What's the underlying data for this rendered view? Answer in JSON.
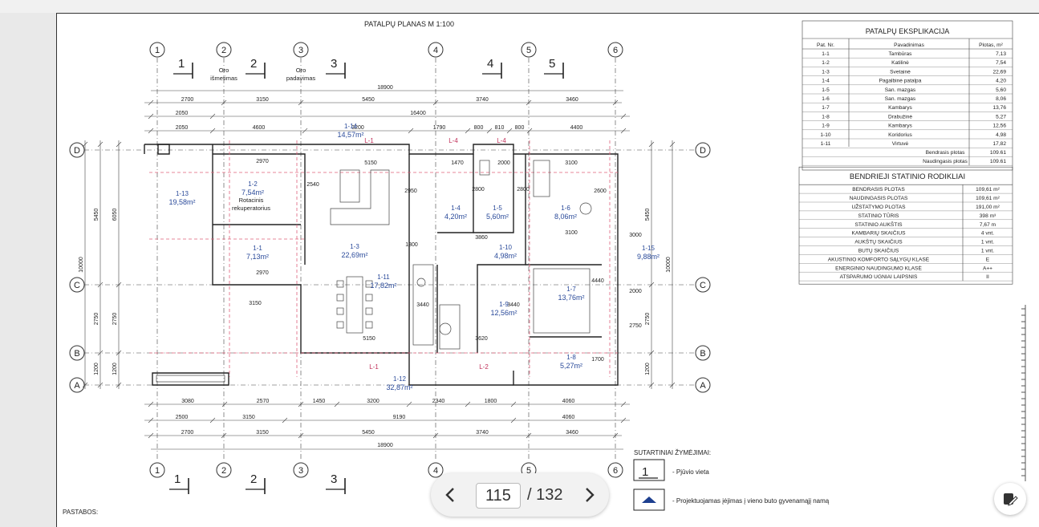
{
  "viewer": {
    "page_current": "115",
    "page_total": "/ 132",
    "prev_icon": "chevron-left-icon",
    "next_icon": "chevron-right-icon",
    "fab_icon": "edit-note-icon"
  },
  "plan": {
    "title": "PATALPŲ PLANAS M 1:100",
    "axis_numbers": [
      "1",
      "2",
      "3",
      "4",
      "5",
      "6"
    ],
    "axis_letters": [
      "D",
      "C",
      "B",
      "A"
    ],
    "section_marks": [
      "1",
      "2",
      "3",
      "4",
      "5"
    ],
    "oro_ismetimas": [
      "Oro",
      "išmetimas"
    ],
    "oro_padavimas": [
      "Oro",
      "padavimas"
    ],
    "rooms": [
      {
        "id": "1-1",
        "area": "7,13m²"
      },
      {
        "id": "1-2",
        "area": "7,54m²"
      },
      {
        "id": "1-3",
        "area": "22,69m²"
      },
      {
        "id": "1-4",
        "area": "4,20m²"
      },
      {
        "id": "1-5",
        "area": "5,60m²"
      },
      {
        "id": "1-6",
        "area": "8,06m²"
      },
      {
        "id": "1-7",
        "area": "13,76m²"
      },
      {
        "id": "1-8",
        "area": "5,27m²"
      },
      {
        "id": "1-9",
        "area": "12,56m²"
      },
      {
        "id": "1-10",
        "area": "4,98m²"
      },
      {
        "id": "1-11",
        "area": "17,82m²"
      },
      {
        "id": "1-12",
        "area": "32,87m²"
      },
      {
        "id": "1-13",
        "area": "19,58m²"
      },
      {
        "id": "1-14",
        "area": "14,57m²"
      },
      {
        "id": "1-15",
        "area": "9,88m²"
      }
    ],
    "rotacinis": [
      "Rotacinis",
      "rekuperatorius"
    ],
    "window_tags": [
      "L-1",
      "L-4",
      "L-4",
      "L-1",
      "L-2"
    ],
    "top_dims_row1": [
      "2700",
      "3150",
      "5450",
      "3740",
      "3460"
    ],
    "top_total": "18900",
    "top_dims_row2": [
      "2050",
      "16400"
    ],
    "top_dims_row3": [
      "2050",
      "4600",
      "3200",
      "1790",
      "800",
      "810",
      "800",
      "4400"
    ],
    "bottom_dims_row1": [
      "3080",
      "2570",
      "1450",
      "3200",
      "2340",
      "1800",
      "4060"
    ],
    "bottom_dims_row2": [
      "2500",
      "3150",
      "9190",
      "4060"
    ],
    "bottom_dims_row3": [
      "2700",
      "3150",
      "5450",
      "3740",
      "3460"
    ],
    "bottom_total": "18900",
    "left_dims": [
      "5450",
      "6050",
      "10000",
      "2750",
      "2750",
      "1200",
      "1200"
    ],
    "right_dims": [
      "5450",
      "10000",
      "2750",
      "1200"
    ],
    "inner_dims": [
      "2970",
      "5150",
      "1470",
      "2000",
      "3100",
      "2540",
      "2950",
      "2800",
      "2800",
      "2600",
      "3860",
      "3100",
      "2970",
      "3150",
      "5150",
      "3620",
      "1300",
      "3440",
      "3440",
      "3000",
      "4440",
      "2000",
      "2750",
      "1700"
    ],
    "pastabos": "PASTABOS:"
  },
  "legend": {
    "title": "SUTARTINIAI ŽYMĖJIMAI:",
    "items": [
      {
        "label": "- Pjūvio vieta",
        "symbol": "1"
      },
      {
        "label": "- Projektuojamas įėjimas į vieno buto gyvenamąjį namą"
      }
    ]
  },
  "explication": {
    "title": "PATALPŲ EKSPLIKACIJA",
    "headers": [
      "Pat. Nr.",
      "Pavadinimas",
      "Plotas, m²"
    ],
    "rows": [
      [
        "1-1",
        "Tambūras",
        "7,13"
      ],
      [
        "1-2",
        "Katilinė",
        "7,54"
      ],
      [
        "1-3",
        "Svetainė",
        "22,69"
      ],
      [
        "1-4",
        "Pagalbinė patalpa",
        "4,20"
      ],
      [
        "1-5",
        "San. mazgas",
        "5,60"
      ],
      [
        "1-6",
        "San. mazgas",
        "8,06"
      ],
      [
        "1-7",
        "Kambarys",
        "13,76"
      ],
      [
        "1-8",
        "Drabužinė",
        "5,27"
      ],
      [
        "1-9",
        "Kambarys",
        "12,56"
      ],
      [
        "1-10",
        "Koridorius",
        "4,98"
      ],
      [
        "1-11",
        "Virtuvė",
        "17,82"
      ]
    ],
    "totals": [
      [
        "Bendrasis plotas",
        "109.61"
      ],
      [
        "Naudingasis plotas",
        "109.61"
      ]
    ]
  },
  "indicators": {
    "title": "BENDRIEJI STATINIO RODIKLIAI",
    "rows": [
      [
        "BENDRASIS PLOTAS",
        "109,61 m²"
      ],
      [
        "NAUDINGASIS PLOTAS",
        "109,61 m²"
      ],
      [
        "UŽSTATYMO PLOTAS",
        "191,00 m²"
      ],
      [
        "STATINIO TŪRIS",
        "398 m³"
      ],
      [
        "STATINIO AUKŠTIS",
        "7,67 m"
      ],
      [
        "KAMBARIŲ SKAIČIUS",
        "4 vnt."
      ],
      [
        "AUKŠTŲ SKAIČIUS",
        "1 vnt."
      ],
      [
        "BUTŲ SKAIČIUS",
        "1 vnt."
      ],
      [
        "AKUSTINIO KOMFORTO SĄLYGŲ KLASĖ",
        "E"
      ],
      [
        "ENERGINIO NAUDINGUMO KLASĖ",
        "A++"
      ],
      [
        "ATSPARUMO UGNIAI LAIPSNIS",
        "II"
      ]
    ]
  }
}
